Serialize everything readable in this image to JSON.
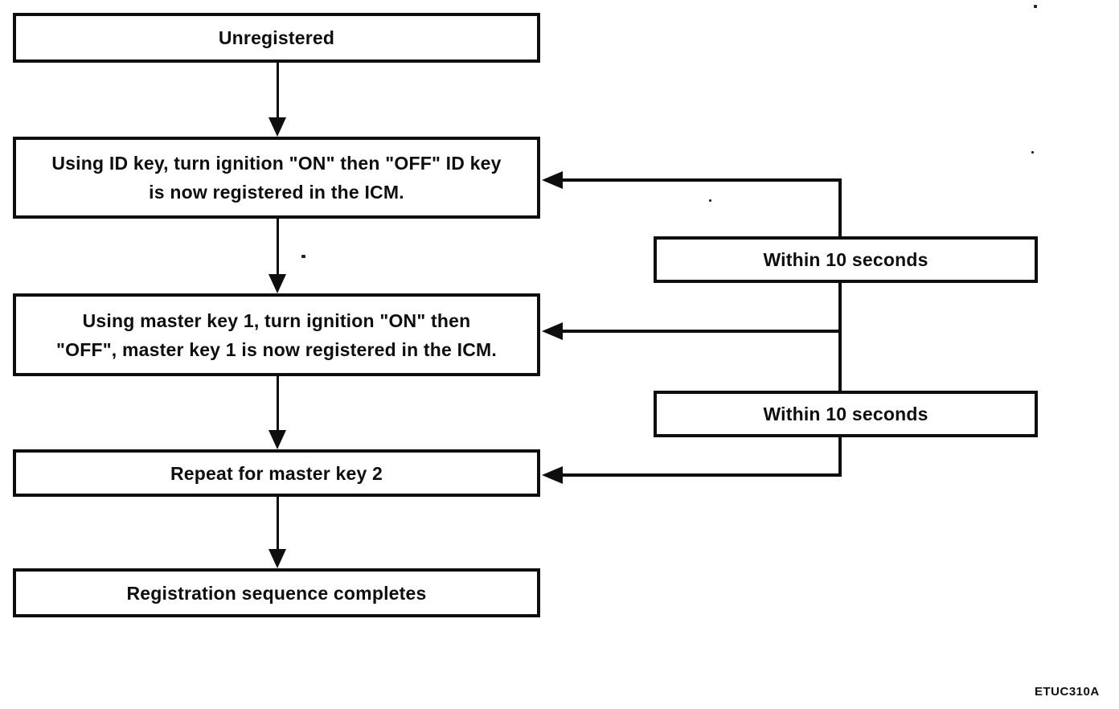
{
  "flow": {
    "steps": [
      {
        "name": "unregistered",
        "lines": [
          "Unregistered"
        ]
      },
      {
        "name": "register-id-key",
        "lines": [
          "Using ID key, turn ignition \"ON\" then \"OFF\" ID key",
          "is now registered in the ICM."
        ]
      },
      {
        "name": "register-master-key-1",
        "lines": [
          "Using master key 1, turn ignition \"ON\" then",
          "\"OFF\", master key 1 is now registered in the ICM."
        ]
      },
      {
        "name": "repeat-master-key-2",
        "lines": [
          "Repeat for master key 2"
        ]
      },
      {
        "name": "registration-complete",
        "lines": [
          "Registration sequence completes"
        ]
      }
    ],
    "timing_labels": [
      {
        "name": "within-10-seconds-1",
        "text": "Within 10 seconds"
      },
      {
        "name": "within-10-seconds-2",
        "text": "Within 10 seconds"
      }
    ],
    "figure_code": "ETUC310A",
    "colors": {
      "ink": "#0e0e0e",
      "background": "#ffffff"
    }
  }
}
